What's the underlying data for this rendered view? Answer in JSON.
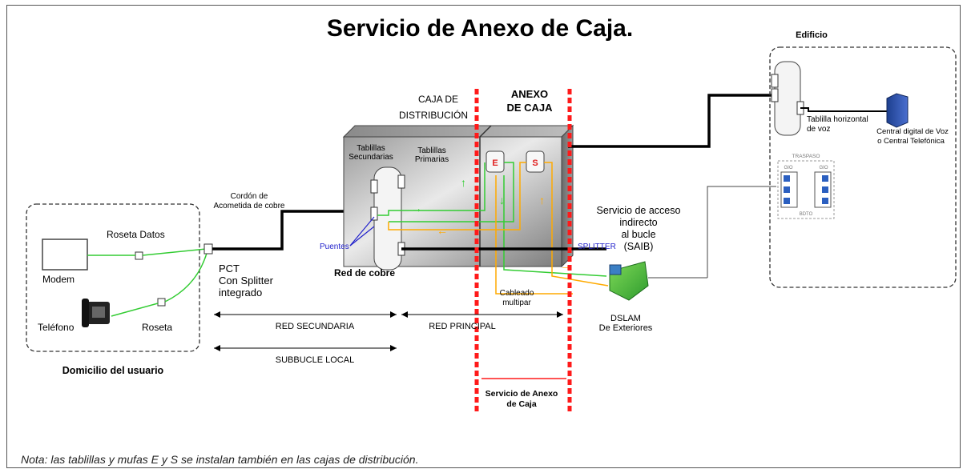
{
  "title": "Servicio de Anexo de Caja.",
  "edificio": {
    "label": "Edificio",
    "tablilla_line1": "Tablilla horizontal",
    "tablilla_line2": "de voz",
    "central_line1": "Central digital de Voz",
    "central_line2": "o Central Telefónica",
    "traspaso": "TRASPASO",
    "gio_left": "GIO",
    "gio_right": "GIO",
    "repartidor_small": "BDTO"
  },
  "domicilio": {
    "label": "Domicilio del usuario",
    "roseta_datos": "Roseta Datos",
    "modem": "Modem",
    "telefono": "Teléfono",
    "roseta": "Roseta"
  },
  "pct": {
    "line1": "PCT",
    "line2": "Con Splitter",
    "line3": "integrado"
  },
  "cordon": {
    "line1": "Cordón de",
    "line2": "Acometida de cobre"
  },
  "caja": {
    "label_line1": "CAJA DE",
    "label_line2": "DISTRIBUCIÓN",
    "tab_sec_line1": "Tablillas",
    "tab_sec_line2": "Secundarias",
    "tab_pri_line1": "Tablillas",
    "tab_pri_line2": "Primarias",
    "puentes": "Puentes",
    "red_cobre": "Red de cobre"
  },
  "anexo": {
    "label_line1": "ANEXO",
    "label_line2": "DE CAJA",
    "e": "E",
    "s": "S",
    "servicio_line1": "Servicio de Anexo",
    "servicio_line2": "de Caja"
  },
  "saib": {
    "line1": "Servicio de acceso",
    "line2": "indirecto",
    "line3": "al bucle",
    "line4": "(SAIB)"
  },
  "splitter": "SPLITTER",
  "cableado": {
    "line1": "Cableado",
    "line2": "multipar"
  },
  "dslam": {
    "line1": "DSLAM",
    "line2": "De Exteriores"
  },
  "spans": {
    "red_secundaria": "RED SECUNDARIA",
    "red_principal": "RED PRINCIPAL",
    "subbucle": "SUBBUCLE LOCAL"
  },
  "note": "Nota: las tablillas y mufas E y S se instalan también en las cajas de distribución.",
  "colors": {
    "dashed_red": "#ff1a1a",
    "green_line": "#33cc33",
    "orange_line": "#ffaa00",
    "label_red": "#e02020",
    "puentes_blue": "#2222cc"
  }
}
